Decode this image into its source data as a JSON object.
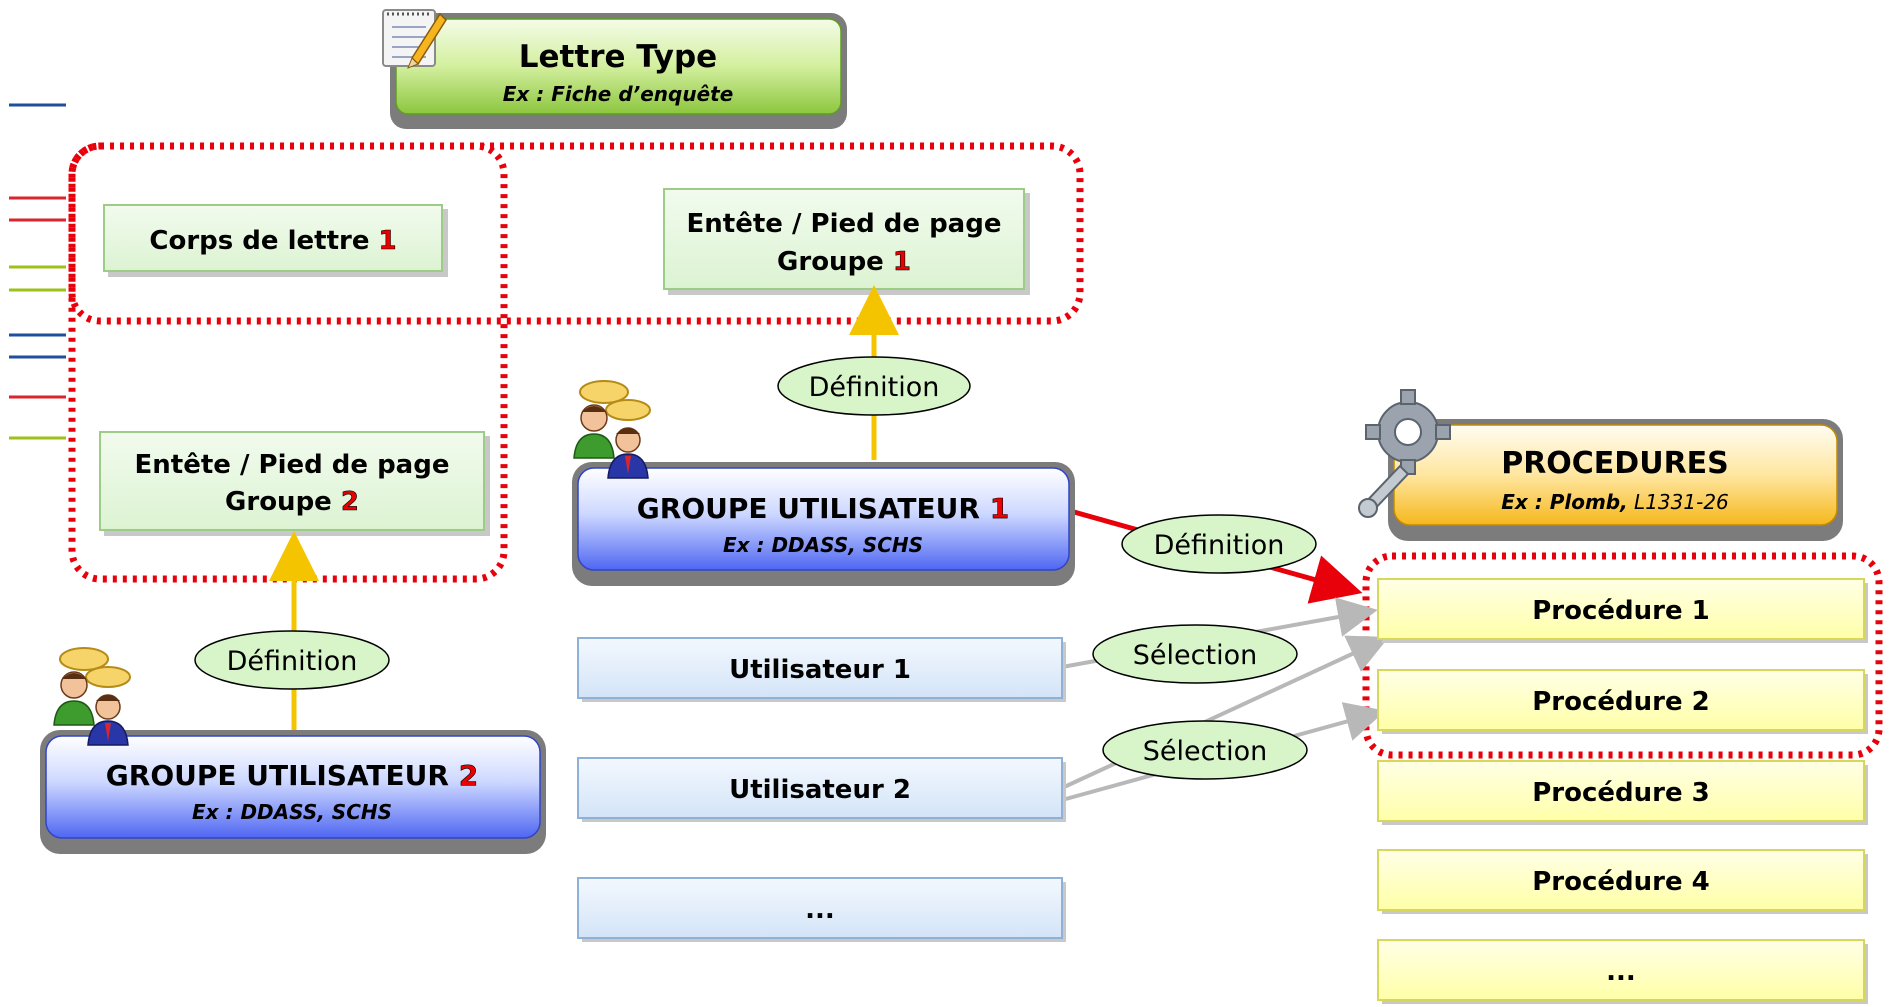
{
  "lettre_type": {
    "title": "Lettre Type",
    "example": "Ex : Fiche d’enquête"
  },
  "corps_de_lettre": {
    "label": "Corps de lettre ",
    "num": "1"
  },
  "entete_1": {
    "line1": "Entête / Pied de page",
    "line2": "Groupe ",
    "num": "1"
  },
  "entete_2": {
    "line1": "Entête / Pied de page",
    "line2": "Groupe ",
    "num": "2"
  },
  "groupe_1": {
    "title": "GROUPE UTILISATEUR ",
    "num": "1",
    "example": "Ex : DDASS, SCHS"
  },
  "groupe_2": {
    "title": "GROUPE UTILISATEUR ",
    "num": "2",
    "example": "Ex : DDASS, SCHS"
  },
  "procedures": {
    "title": "PROCEDURES",
    "example_bold": "Ex : Plomb,",
    "example_rest": " L1331-26"
  },
  "users": [
    "Utilisateur 1",
    "Utilisateur 2",
    "..."
  ],
  "procedure_items": [
    "Procédure 1",
    "Procédure 2",
    "Procédure 3",
    "Procédure 4",
    "..."
  ],
  "edge_labels": {
    "definition_1": "Définition",
    "definition_2": "Définition",
    "definition_3": "Définition",
    "selection_1": "Sélection",
    "selection_2": "Sélection"
  },
  "icons": [
    "notepad-pencil-icon",
    "users-group-icon",
    "users-group-icon",
    "gear-wrench-icon"
  ],
  "colors": {
    "dotted_border": "#e8000b",
    "arrow_yellow": "#f5c400",
    "arrow_red": "#e8000b",
    "arrow_gray": "#b8b8b8",
    "label_bubble": "#d8f5c9",
    "green_box": "#e6f7dd",
    "blue_user_box": "#e2eefb",
    "yellow_proc_box": "#ffffc8",
    "accent_num": "#ea0000"
  }
}
